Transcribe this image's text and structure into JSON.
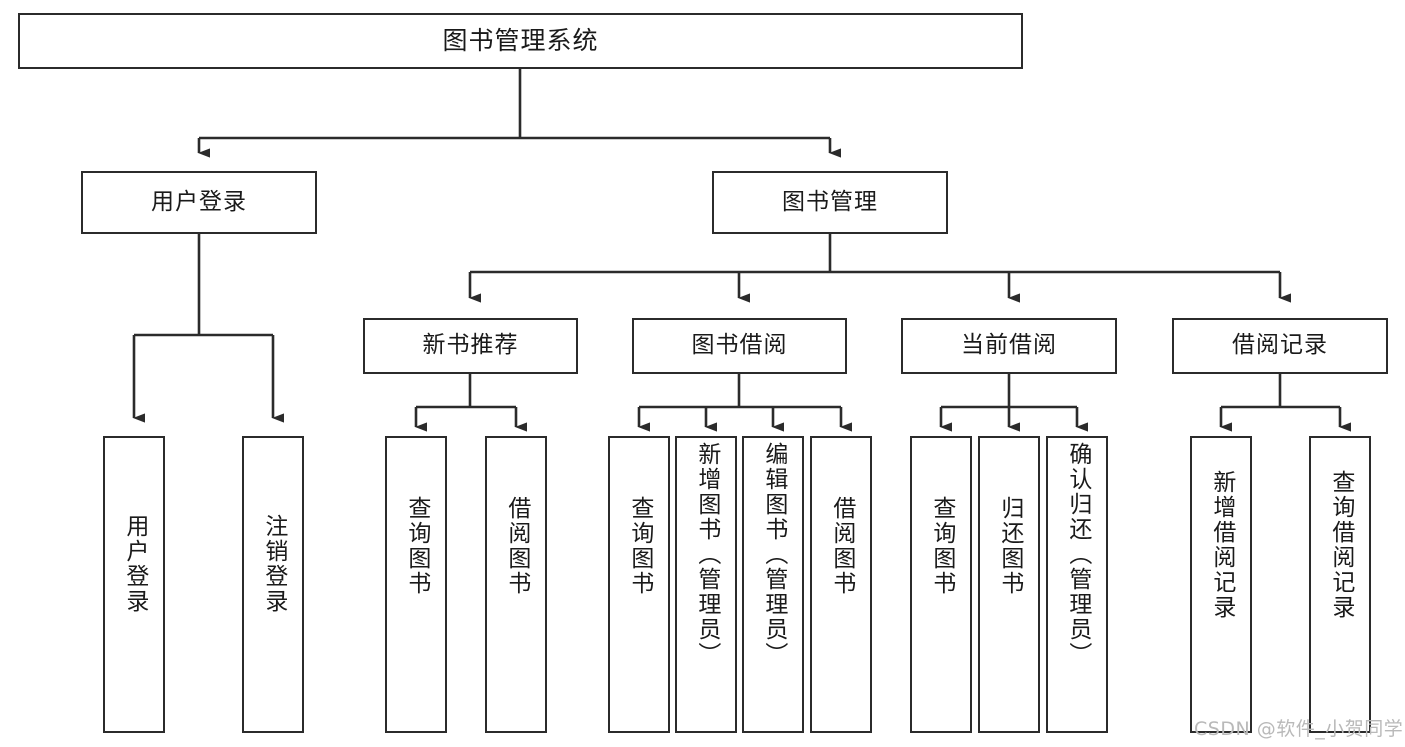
{
  "diagram": {
    "title": "图书管理系统",
    "root": {
      "label": "图书管理系统"
    },
    "level1": [
      {
        "label": "用户登录"
      },
      {
        "label": "图书管理"
      }
    ],
    "level2": [
      {
        "label": "新书推荐"
      },
      {
        "label": "图书借阅"
      },
      {
        "label": "当前借阅"
      },
      {
        "label": "借阅记录"
      }
    ],
    "leaves": {
      "user_login": [
        {
          "label": "用户登录"
        },
        {
          "label": "注销登录"
        }
      ],
      "new_book_recommend": [
        {
          "label": "查询图书"
        },
        {
          "label": "借阅图书"
        }
      ],
      "book_borrow": [
        {
          "label": "查询图书"
        },
        {
          "label": "新增图书（管理员）"
        },
        {
          "label": "编辑图书（管理员）"
        },
        {
          "label": "借阅图书"
        }
      ],
      "current_borrow": [
        {
          "label": "查询图书"
        },
        {
          "label": "归还图书"
        },
        {
          "label": "确认归还（管理员）"
        }
      ],
      "borrow_record": [
        {
          "label": "新增借阅记录"
        },
        {
          "label": "查询借阅记录"
        }
      ]
    }
  },
  "watermark": {
    "text": "CSDN @软件_小贺同学"
  },
  "colors": {
    "stroke": "#2b2b2b",
    "fill": "#ffffff",
    "text": "#1a1a1a",
    "watermark": "#b9b9b9"
  }
}
